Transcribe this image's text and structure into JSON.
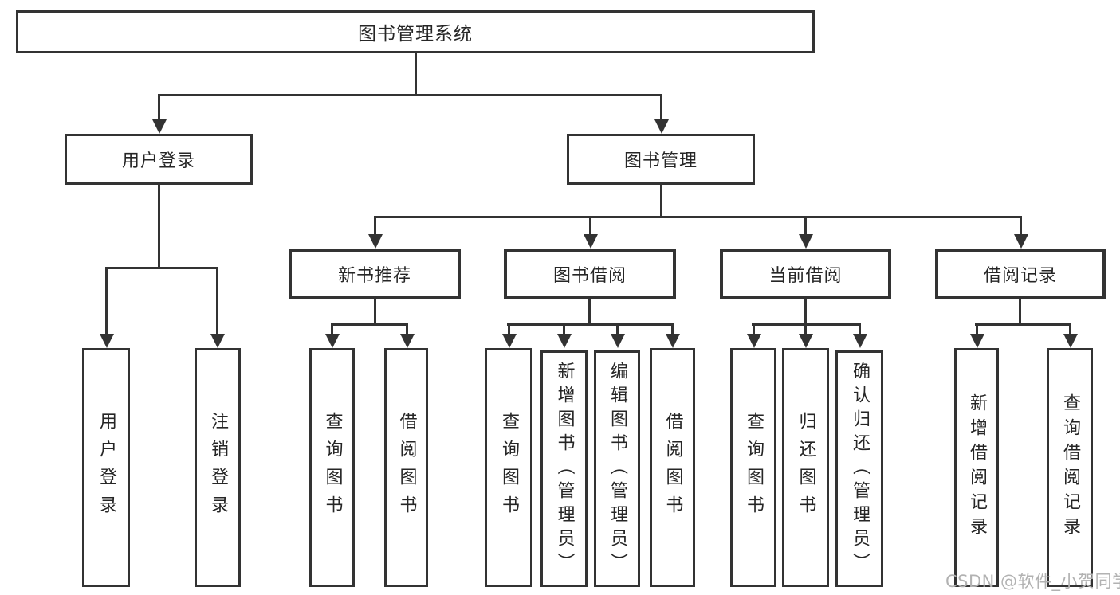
{
  "colors": {
    "line": "#333333",
    "node_text": "#262626",
    "watermark": "#b2b2b2",
    "background": "#ffffff"
  },
  "nodes": {
    "root": "图书管理系统",
    "user_login": "用户登录",
    "book_mgmt": "图书管理",
    "new_book": "新书推荐",
    "book_borrow": "图书借阅",
    "current_borrow": "当前借阅",
    "borrow_record": "借阅记录",
    "user_login_children": [
      "用户登录",
      "注销登录"
    ],
    "new_book_children": [
      "查询图书",
      "借阅图书"
    ],
    "book_borrow_children": [
      "查询图书",
      "新增图书（管理员）",
      "编辑图书（管理员）",
      "借阅图书"
    ],
    "current_borrow_children": [
      "查询图书",
      "归还图书",
      "确认归还（管理员）"
    ],
    "borrow_record_children": [
      "新增借阅记录",
      "查询借阅记录"
    ]
  },
  "watermark": "CSDN @软件_小贺同学"
}
